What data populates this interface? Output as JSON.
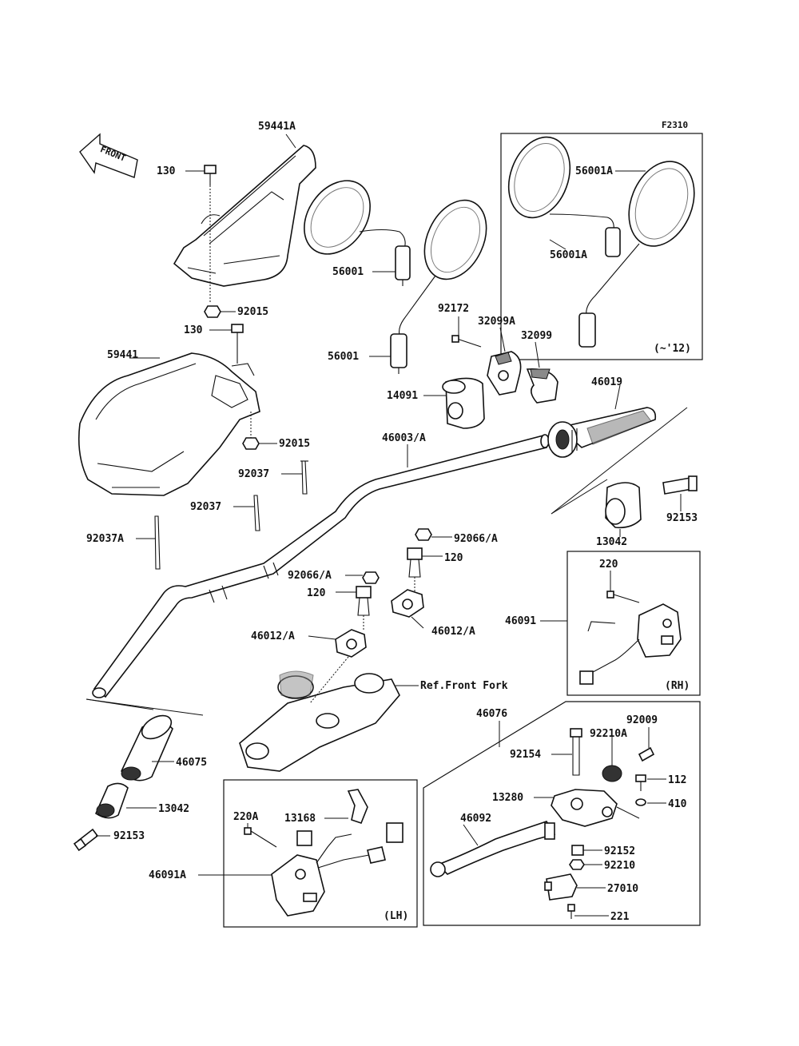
{
  "diagram_code": "F2310",
  "front_arrow_label": "FRONT",
  "variant_label": "(~'12)",
  "rh_label": "(RH)",
  "lh_label": "(LH)",
  "ref_label": "Ref.Front Fork",
  "parts": {
    "p59441A": "59441A",
    "p130a": "130",
    "p92015a": "92015",
    "p130b": "130",
    "p59441": "59441",
    "p92015b": "92015",
    "p92037a": "92037",
    "p92037b": "92037",
    "p92037A": "92037A",
    "p56001a": "56001",
    "p56001b": "56001",
    "p56001A1": "56001A",
    "p56001A2": "56001A",
    "p92172": "92172",
    "p32099A": "32099A",
    "p32099": "32099",
    "p14091": "14091",
    "p46019": "46019",
    "p46003A": "46003/A",
    "p92153a": "92153",
    "p13042a": "13042",
    "p92066Aa": "92066/A",
    "p120a": "120",
    "p92066Ab": "92066/A",
    "p120b": "120",
    "p46012Aa": "46012/A",
    "p46012Ab": "46012/A",
    "p220": "220",
    "p46091": "46091",
    "p46075": "46075",
    "p13042b": "13042",
    "p92153b": "92153",
    "p220A": "220A",
    "p13168": "13168",
    "p46091A": "46091A",
    "p46076": "46076",
    "p92009": "92009",
    "p92210A": "92210A",
    "p92154": "92154",
    "p112": "112",
    "p13280": "13280",
    "p410": "410",
    "p46092": "46092",
    "p92152": "92152",
    "p92210": "92210",
    "p27010": "27010",
    "p221": "221"
  }
}
